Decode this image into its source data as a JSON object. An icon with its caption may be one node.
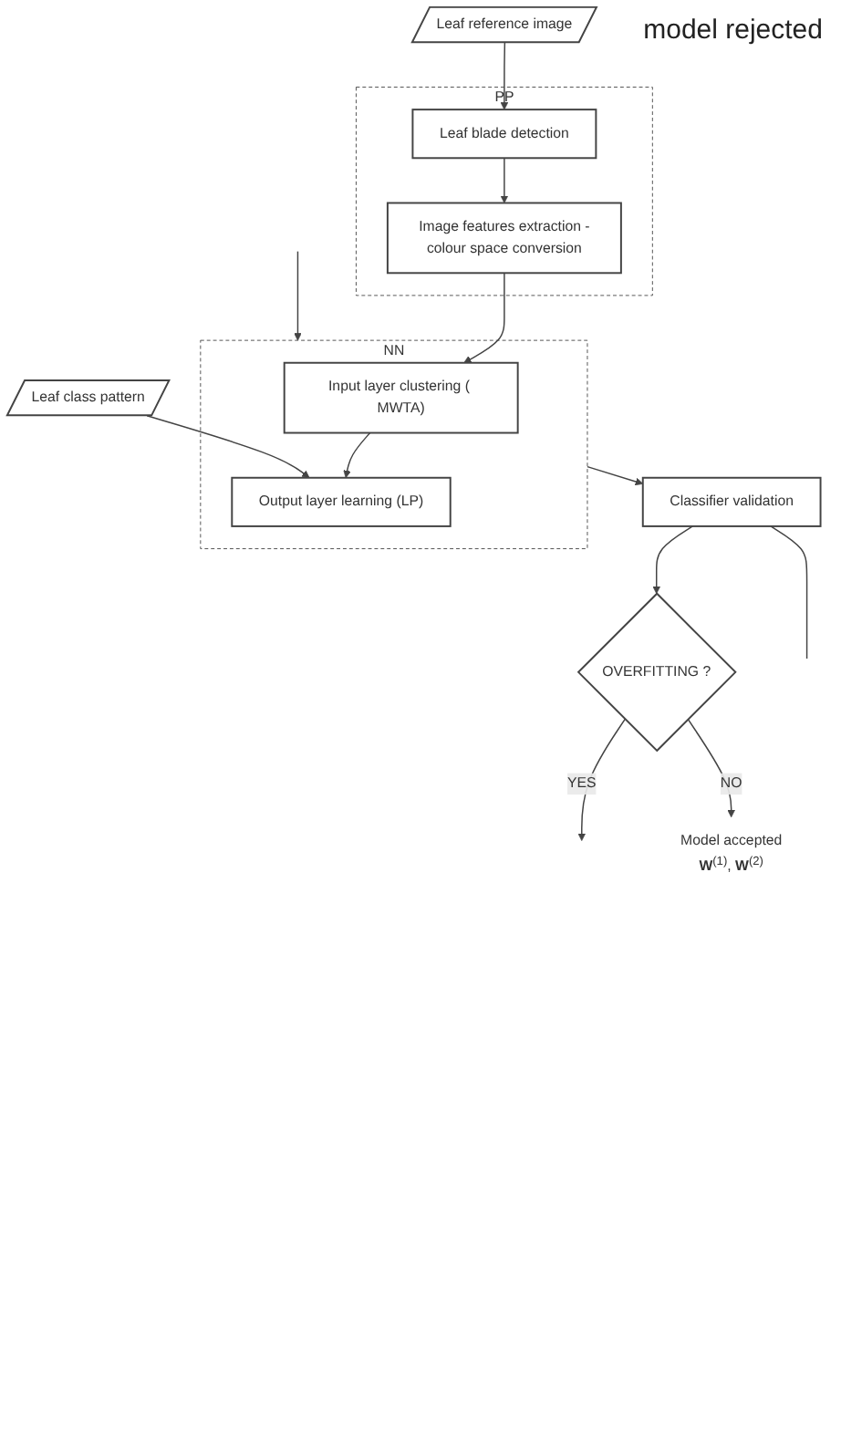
{
  "diagram": {
    "nodes": [
      {
        "text": [
          "Leaf reference image"
        ]
      },
      {
        "text": [
          "PP"
        ]
      },
      {
        "text": [
          "Leaf blade detection"
        ],
        "in": 1
      },
      {
        "text": [
          "Image features extraction -colour space conversion"
        ],
        "in": 1
      },
      {
        "text": [
          "NN"
        ]
      },
      {
        "text": [
          "Input layer clustering ( MWTA)"
        ],
        "in": 4
      },
      {
        "text": [
          "Output layer learning (LP)"
        ],
        "in": 4
      },
      {
        "text": [
          "Leaf class pattern"
        ]
      },
      {
        "text": [
          "Classifier validation"
        ]
      },
      {
        "text": [
          "OVERFITTING ?"
        ]
      },
      {
        "text": [
          "Model accepted",
          "**W**$^{(1)}$, **W**$^{(2)}$"
        ]
      }
    ],
    "edges": [
      {
        "from": 0,
        "to": 2,
        "arrow": "to"
      },
      {
        "from": 2,
        "to": 3,
        "arrow": "to"
      },
      {
        "from": 3,
        "to": 5,
        "arrow": "to"
      },
      {
        "from": 5,
        "to": 6,
        "arrow": "to"
      },
      {
        "from": 7,
        "to": 6,
        "arrow": "to"
      },
      {
        "from": null,
        "to": 4,
        "arrow": "to"
      },
      {
        "from": 4,
        "to": 8,
        "arrow": "to"
      },
      {
        "from": 8,
        "to": null,
        "arrow": "none"
      },
      {
        "from": 8,
        "to": 9,
        "arrow": "to"
      },
      {
        "from": 9,
        "to": null,
        "arrow": "to",
        "label": "YES"
      },
      {
        "from": 9,
        "to": 10,
        "arrow": "to",
        "label": "NO"
      }
    ],
    "labels": [
      "model rejected"
    ]
  }
}
